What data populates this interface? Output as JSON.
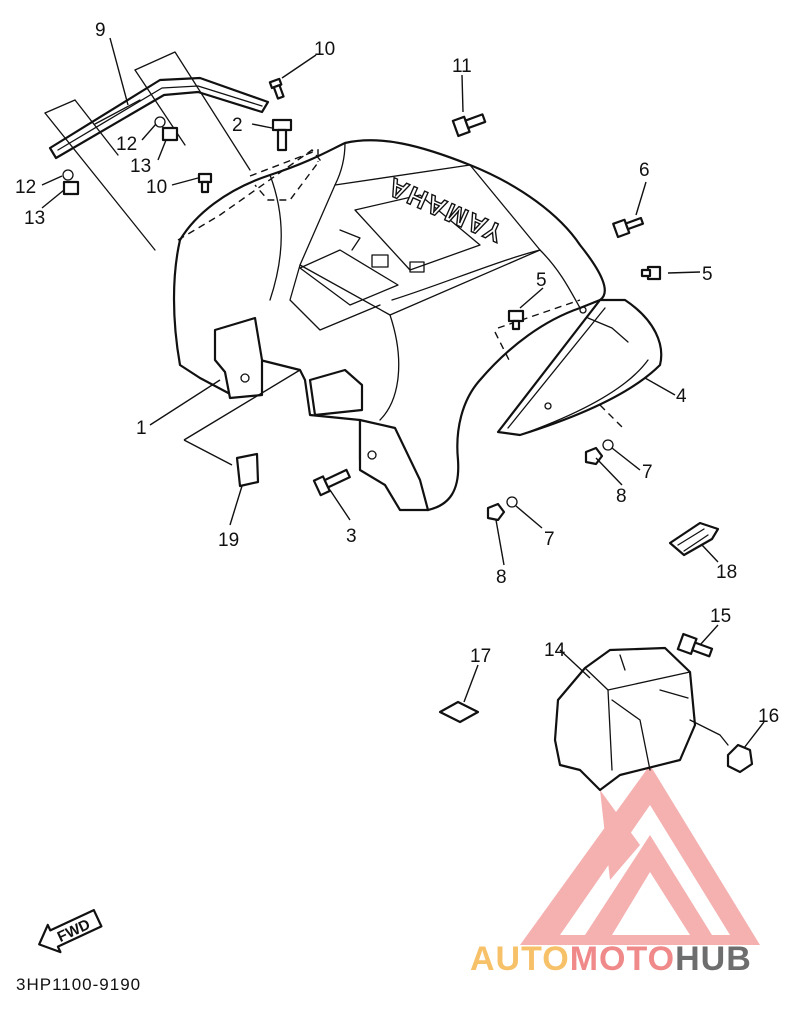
{
  "diagram": {
    "drawing_code": "3HP1100-9190",
    "direction_label": "FWD",
    "emboss_text": "YAMAHA",
    "callouts": [
      {
        "id": "c9",
        "label": "9"
      },
      {
        "id": "c10a",
        "label": "10"
      },
      {
        "id": "c11",
        "label": "11"
      },
      {
        "id": "c2",
        "label": "2"
      },
      {
        "id": "c12a",
        "label": "12"
      },
      {
        "id": "c13a",
        "label": "13"
      },
      {
        "id": "c10b",
        "label": "10"
      },
      {
        "id": "c12b",
        "label": "12"
      },
      {
        "id": "c13b",
        "label": "13"
      },
      {
        "id": "c6",
        "label": "6"
      },
      {
        "id": "c5a",
        "label": "5"
      },
      {
        "id": "c5b",
        "label": "5"
      },
      {
        "id": "c4",
        "label": "4"
      },
      {
        "id": "c1",
        "label": "1"
      },
      {
        "id": "c7a",
        "label": "7"
      },
      {
        "id": "c8a",
        "label": "8"
      },
      {
        "id": "c3",
        "label": "3"
      },
      {
        "id": "c19",
        "label": "19"
      },
      {
        "id": "c7b",
        "label": "7"
      },
      {
        "id": "c8b",
        "label": "8"
      },
      {
        "id": "c18",
        "label": "18"
      },
      {
        "id": "c15",
        "label": "15"
      },
      {
        "id": "c17",
        "label": "17"
      },
      {
        "id": "c14",
        "label": "14"
      },
      {
        "id": "c16",
        "label": "16"
      }
    ]
  },
  "watermark": {
    "brand_part1": "AUTO",
    "brand_part2": "MOTO",
    "brand_part3": "HUB",
    "color_light": "#f7c16a",
    "color_red": "#f08a8a",
    "color_dark": "#6e6e6e"
  }
}
